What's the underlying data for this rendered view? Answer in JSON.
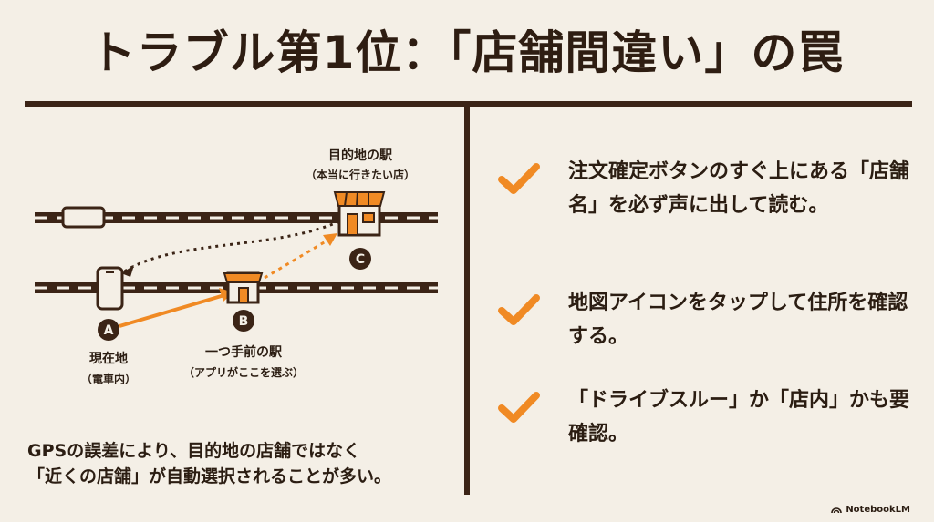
{
  "title": "トラブル第1位：「店舗間違い」の罠",
  "diagram": {
    "destination_title": "目的地の駅",
    "destination_sub": "（本当に行きたい店）",
    "marker_a": "A",
    "marker_b": "B",
    "marker_c": "C",
    "current_title": "現在地",
    "current_sub": "（電車内）",
    "prev_station_title": "一つ手前の駅",
    "prev_station_sub": "（アプリがここを選ぶ）"
  },
  "caption": {
    "line1": "GPSの誤差により、目的地の店舗ではなく",
    "line2": "「近くの店舗」が自動選択されることが多い。"
  },
  "checklist": [
    {
      "text": "注文確定ボタンのすぐ上にある「店舗名」を必ず声に出して読む。"
    },
    {
      "text": "地図アイコンをタップして住所を確認する。"
    },
    {
      "text": "「ドライブスルー」か「店内」かも要確認。"
    }
  ],
  "brand": "NotebookLM",
  "colors": {
    "accent": "#f08a24",
    "dark": "#3b2416",
    "background": "#f4efe6"
  }
}
